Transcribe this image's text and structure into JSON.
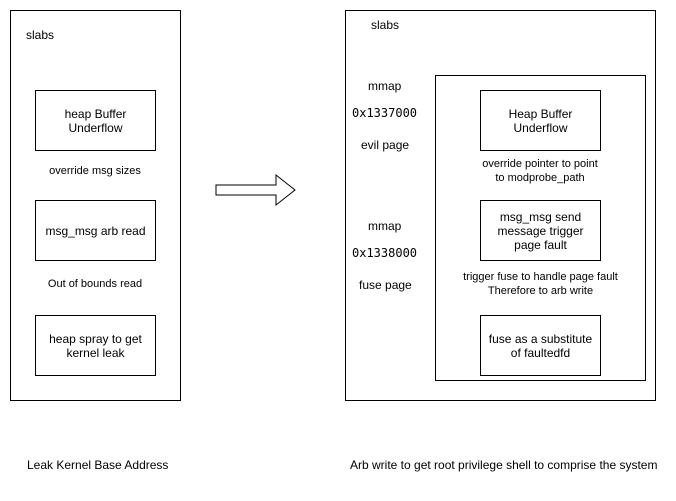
{
  "left": {
    "container_label": "slabs",
    "nodes": [
      "heap Buffer Underflow",
      "msg_msg arb read",
      "heap spray to get kernel leak"
    ],
    "edges": [
      "override msg sizes",
      "Out of bounds read"
    ],
    "caption": "Leak Kernel Base Address"
  },
  "right": {
    "container_label": "slabs",
    "page1": {
      "label": "mmap",
      "address": "0x1337000",
      "name": "evil page"
    },
    "page2": {
      "label": "mmap",
      "address": "0x1338000",
      "name": "fuse page"
    },
    "nodes": [
      "Heap Buffer Underflow",
      "msg_msg send message trigger page fault",
      "fuse as a substitute of faultedfd"
    ],
    "edges": [
      "override pointer to point\nto modprobe_path",
      "trigger fuse to handle page fault\nTherefore to arb write"
    ],
    "caption": "Arb write to get root privilege shell to comprise the system"
  }
}
